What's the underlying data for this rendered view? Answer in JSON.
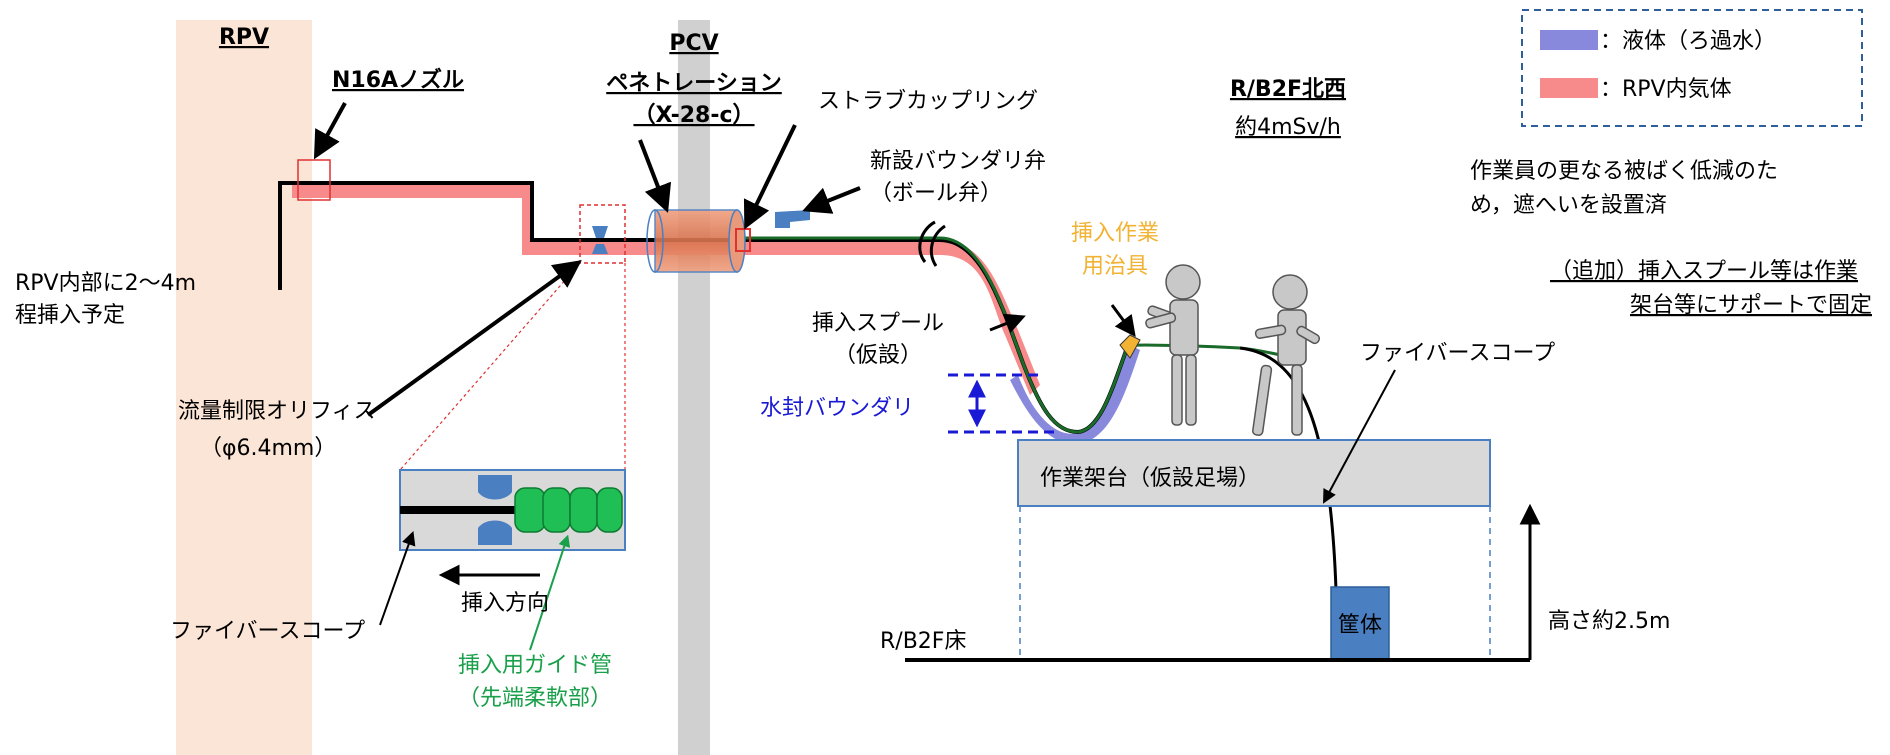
{
  "legend": {
    "liquid_label": "：液体（ろ過水）",
    "gas_label": "：RPV内気体",
    "liquid_color": "#8888dd",
    "gas_color": "#f78a8a"
  },
  "labels": {
    "rpv": "RPV",
    "nozzle": "N16Aノズル",
    "pcv_line1": "PCV",
    "pcv_line2": "ペネトレーション",
    "pcv_line3": "（X-28-c）",
    "strub": "ストラブカップリング",
    "new_valve_line1": "新設バウンダリ弁",
    "new_valve_line2": "（ボール弁）",
    "location_line1": "R/B2F北西",
    "location_line2": "約4mSv/h",
    "note1_line1": "作業員の更なる被ばく低減のた",
    "note1_line2": "め，遮へいを設置済",
    "note2_line1": "（追加）挿入スプール等は作業",
    "note2_line2": "架台等にサポートで固定",
    "rpv_insert_line1": "RPV内部に2～4m",
    "rpv_insert_line2": "程挿入予定",
    "jig_line1": "挿入作業",
    "jig_line2": "用治具",
    "spool_line1": "挿入スプール",
    "spool_line2": "（仮設）",
    "water_seal": "水封バウンダリ",
    "fiberscope_right": "ファイバースコープ",
    "orifice_line1": "流量制限オリフィス",
    "orifice_line2": "（φ6.4mm）",
    "platform": "作業架台（仮設足場）",
    "insert_direction": "挿入方向",
    "fiberscope_left": "ファイバースコープ",
    "guide_line1": "挿入用ガイド管",
    "guide_line2": "（先端柔軟部）",
    "floor": "R/B2F床",
    "housing": "筐体",
    "height": "高さ約2.5m"
  }
}
